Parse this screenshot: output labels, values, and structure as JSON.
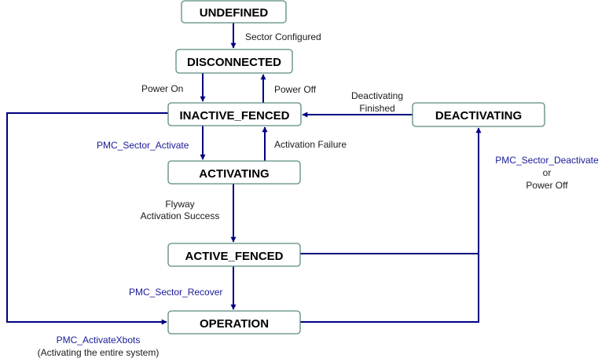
{
  "colors": {
    "arrow": "#000080",
    "box_border": "#5b8a80",
    "api_text": "#1a1a99",
    "text": "#1a1a1a"
  },
  "states": {
    "undefined": "UNDEFINED",
    "disconnected": "DISCONNECTED",
    "inactive_fenced": "INACTIVE_FENCED",
    "activating": "ACTIVATING",
    "active_fenced": "ACTIVE_FENCED",
    "operation": "OPERATION",
    "deactivating": "DEACTIVATING"
  },
  "transitions": {
    "sector_configured": "Sector Configured",
    "power_on": "Power On",
    "power_off": "Power Off",
    "deactivating_finished_1": "Deactivating",
    "deactivating_finished_2": "Finished",
    "pmc_sector_activate": "PMC_Sector_Activate",
    "activation_failure": "Activation Failure",
    "flyway_success_1": "Flyway",
    "flyway_success_2": "Activation Success",
    "pmc_sector_recover": "PMC_Sector_Recover",
    "pmc_sector_deactivate": "PMC_Sector_Deactivate",
    "or": "or",
    "deactivate_power_off": "Power Off",
    "pmc_activate_xbots": "PMC_ActivateXbots",
    "activate_xbots_note": "(Activating the entire system)"
  }
}
